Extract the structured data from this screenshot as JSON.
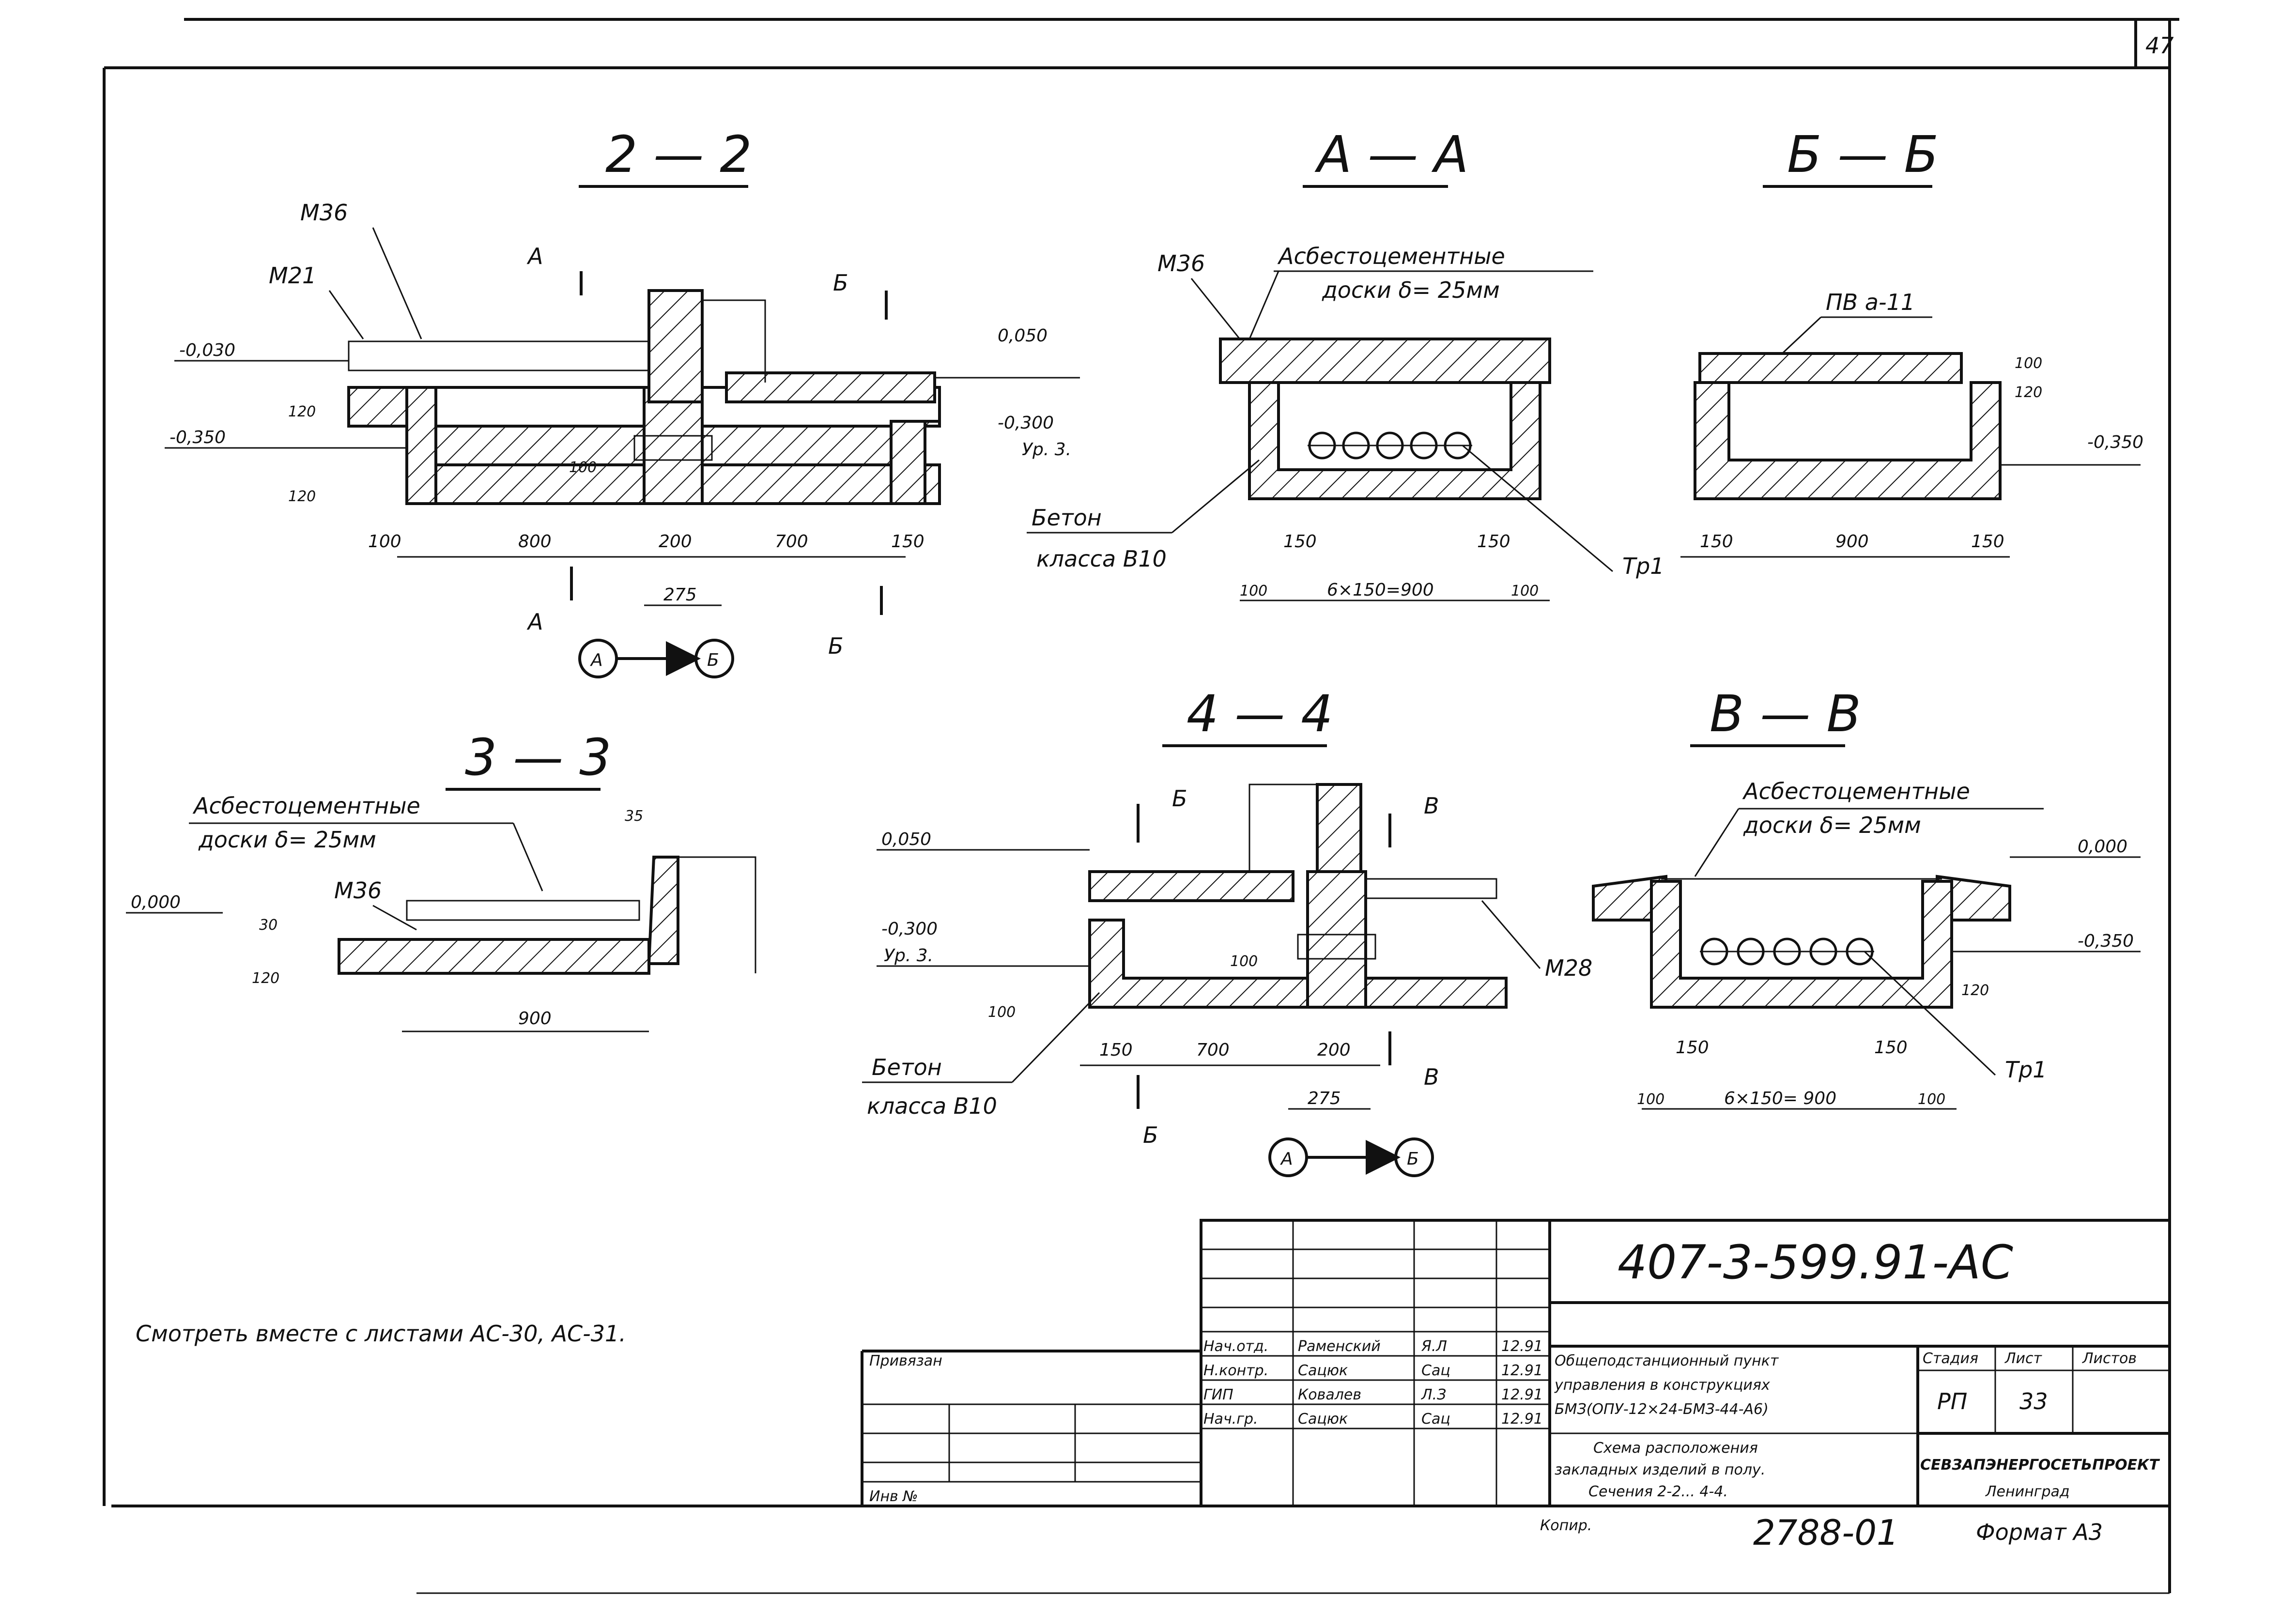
{
  "sheet_corner_number": "47",
  "sections": {
    "s22": {
      "title": "2 — 2",
      "labels": {
        "m36": "М36",
        "m21": "М21",
        "cut_a": "А",
        "cut_b": "Б",
        "node_a": "А",
        "node_b": "Б"
      },
      "levels": {
        "l1": "-0,030",
        "l2": "-0,350",
        "l3": "0,050",
        "l4": "-0,300",
        "l4b": "Ур. 3."
      },
      "dims": {
        "d100": "100",
        "d800": "800",
        "d200": "200",
        "d700": "700",
        "d150": "150",
        "d275": "275",
        "d120": "120",
        "d100v": "100",
        "d120b": "120"
      }
    },
    "saa": {
      "title": "А — А",
      "labels": {
        "m36": "М36",
        "asb1": "Асбестоцементные",
        "asb2": "доски δ= 25мм",
        "beton": "Бетон",
        "klass": "класса В10",
        "tr": "Тр1"
      },
      "dims": {
        "d150a": "150",
        "d150b": "150",
        "d100a": "100",
        "d100b": "100",
        "d900": "6×150=900"
      }
    },
    "sbb": {
      "title": "Б — Б",
      "labels": {
        "pv": "ПВ а-11"
      },
      "levels": {
        "l1": "-0,350"
      },
      "dims": {
        "d150a": "150",
        "d900": "900",
        "d150b": "150",
        "h100": "100",
        "h120": "120"
      }
    },
    "s33": {
      "title": "3 — 3",
      "labels": {
        "asb1": "Асбестоцементные",
        "asb2": "доски δ= 25мм",
        "m36": "М36"
      },
      "levels": {
        "l1": "0,000"
      },
      "dims": {
        "d35": "35",
        "d30": "30",
        "d120": "120",
        "d900": "900"
      }
    },
    "s44": {
      "title": "4 — 4",
      "labels": {
        "cut_b1": "Б",
        "cut_b2": "Б",
        "cut_v1": "В",
        "cut_v2": "В",
        "m28": "М28",
        "beton": "Бетон",
        "klass": "класса В10",
        "node_a": "А",
        "node_b": "Б"
      },
      "levels": {
        "l1": "0,050",
        "l2": "-0,300",
        "l2b": "Ур. 3."
      },
      "dims": {
        "d150": "150",
        "d700": "700",
        "d200": "200",
        "d275": "275",
        "d100": "100",
        "d100b": "100"
      }
    },
    "svv": {
      "title": "В — В",
      "labels": {
        "asb1": "Асбестоцементные",
        "asb2": "доски δ= 25мм",
        "tr": "Тр1"
      },
      "levels": {
        "l1": "0,000",
        "l2": "-0,350"
      },
      "dims": {
        "d150a": "150",
        "d150b": "150",
        "d100a": "100",
        "d100b": "100",
        "d900": "6×150= 900",
        "d120": "120"
      }
    }
  },
  "note": "Смотреть вместе с листами АС-30, АС-31.",
  "title_block": {
    "doc_code": "407-3-599.91-АС",
    "privyazan": "Привязан",
    "inv": "Инв №",
    "roles": [
      "Нач.отд.",
      "Н.контр.",
      "ГИП",
      "Нач.гр."
    ],
    "names": [
      "Раменский",
      "Сацюк",
      "Ковалев",
      "Сацюк"
    ],
    "signatures": [
      "Я.Л",
      "Сац",
      "Л.З",
      "Сац"
    ],
    "dates": [
      "12.91",
      "12.91",
      "12.91",
      "12.91"
    ],
    "project": [
      "Общеподстанционный пункт",
      "управления в конструкциях",
      "БМЗ(ОПУ-12×24-БМЗ-44-А6)"
    ],
    "sheet_title": [
      "Схема расположения",
      "закладных изделий в полу.",
      "Сечения 2-2... 4-4."
    ],
    "stadia_h": "Стадия",
    "list_h": "Лист",
    "listov_h": "Листов",
    "stadia": "РП",
    "list": "33",
    "listov": "",
    "org": "СЕВЗАПЭНЕРГОСЕТЬПРОЕКТ",
    "city": "Ленинград"
  },
  "footer": {
    "kopir": "Копир. ",
    "sheet_num": "2788-01",
    "format": "Формат А3"
  }
}
